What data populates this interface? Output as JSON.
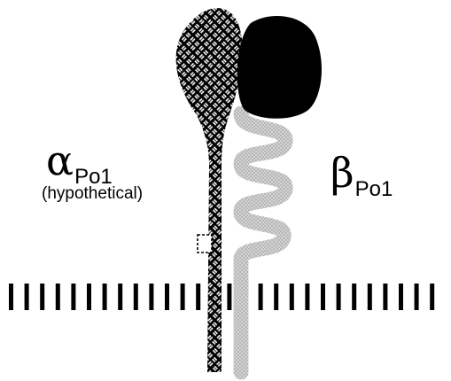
{
  "labels": {
    "alpha_symbol": "α",
    "alpha_sub": "Po1",
    "alpha_note": "(hypothetical)",
    "beta_symbol": "β",
    "beta_sub": "Po1"
  },
  "colors": {
    "background": "#ffffff",
    "alpha_subunit_pattern": "#000000",
    "beta_head": "#000000",
    "beta_stalk": "#bdbdbd",
    "membrane_dashes": "#000000"
  },
  "icons": {
    "alpha_subunit": "woven-hatched-subunit-shape",
    "beta_subunit": "dark-head-stippled-coil-shape",
    "membrane": "dashed-membrane-line"
  }
}
